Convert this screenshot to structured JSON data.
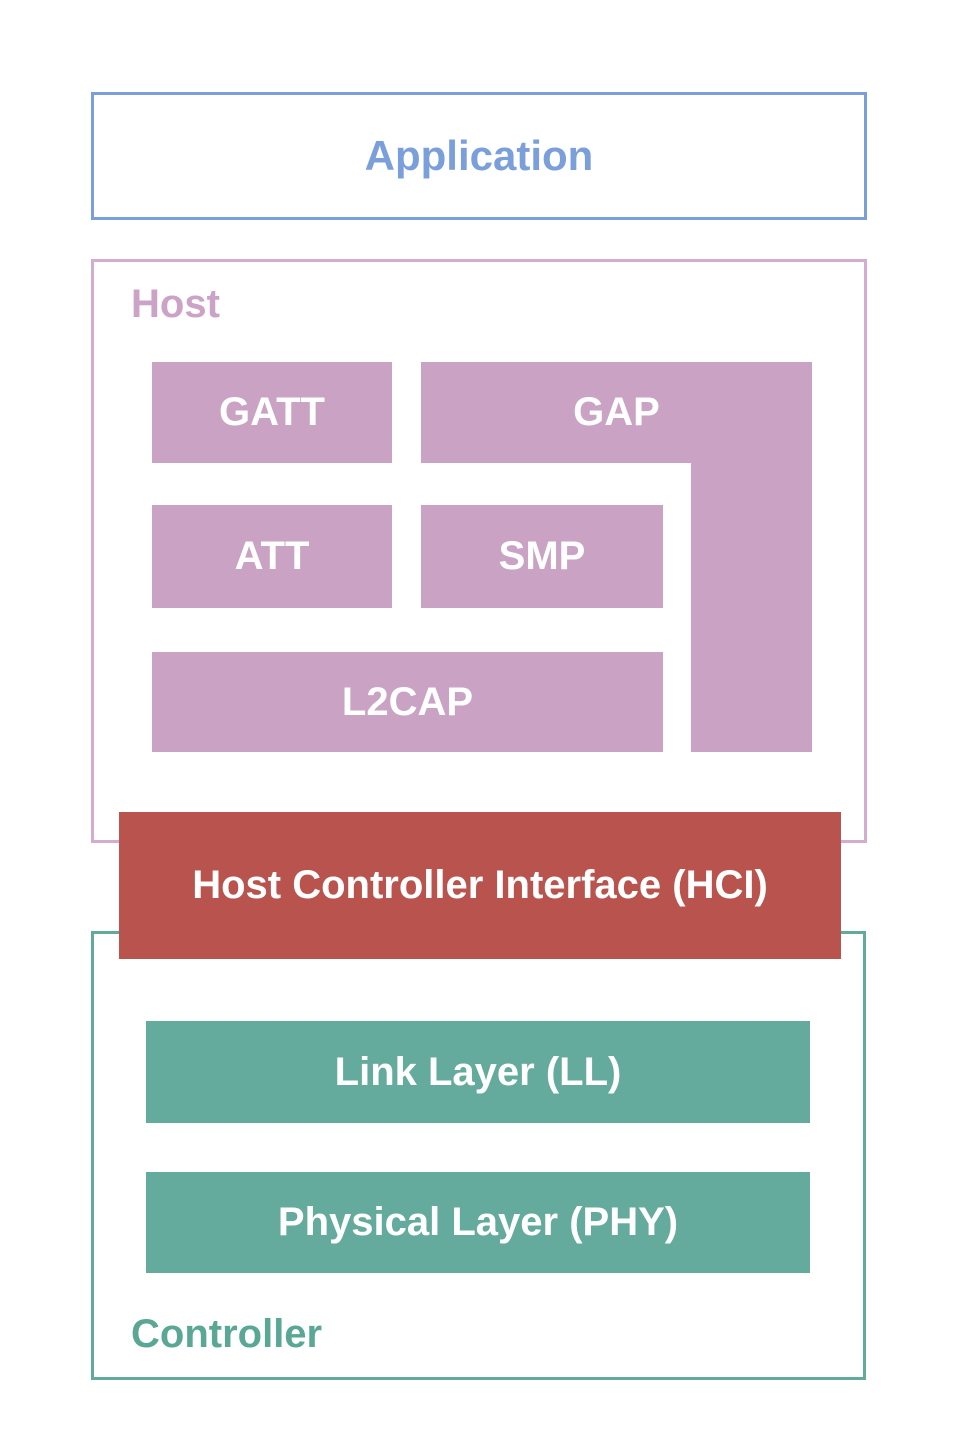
{
  "colors": {
    "background": "#ffffff",
    "application_accent": "#7b9fda",
    "host_border": "#d4accf",
    "host_label": "#cba3c6",
    "block_fill": "#c9a2c4",
    "block_text": "#ffffff",
    "hci_fill": "#b9534e",
    "controller_accent": "#62ab9c",
    "controller_label": "#5aa795",
    "bar_fill": "#64ab9d"
  },
  "application": {
    "label": "Application"
  },
  "host": {
    "label": "Host",
    "blocks": [
      {
        "id": "gatt",
        "label": "GATT"
      },
      {
        "id": "gap",
        "label": "GAP"
      },
      {
        "id": "att",
        "label": "ATT"
      },
      {
        "id": "smp",
        "label": "SMP"
      },
      {
        "id": "l2cap",
        "label": "L2CAP"
      }
    ]
  },
  "hci": {
    "label": "Host Controller Interface (HCI)"
  },
  "controller": {
    "label": "Controller",
    "bars": [
      {
        "id": "ll",
        "label": "Link Layer (LL)"
      },
      {
        "id": "phy",
        "label": "Physical Layer (PHY)"
      }
    ]
  }
}
